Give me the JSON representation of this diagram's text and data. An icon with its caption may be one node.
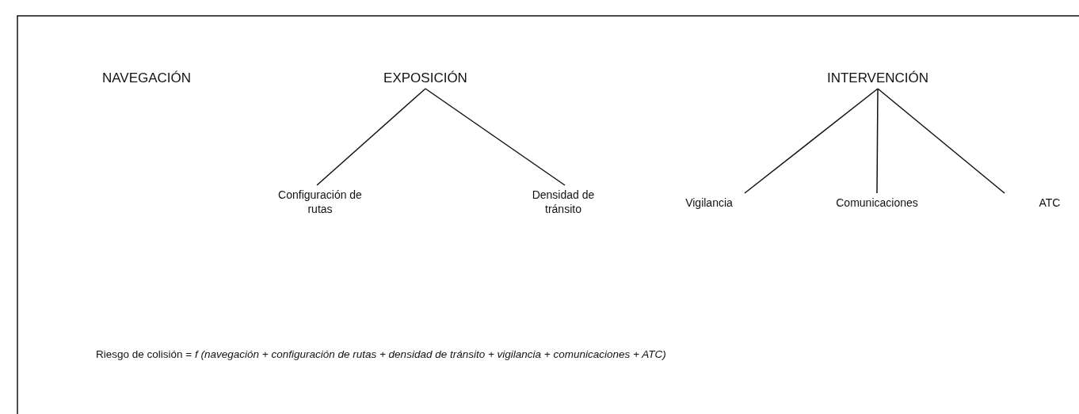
{
  "diagram": {
    "nodes": [
      {
        "text": [
          "NAVEGACIÓN"
        ]
      },
      {
        "text": [
          "EXPOSICIÓN"
        ]
      },
      {
        "text": [
          "INTERVENCIÓN"
        ]
      },
      {
        "text": [
          "Configuración de rutas"
        ]
      },
      {
        "text": [
          "Densidad de tránsito"
        ]
      },
      {
        "text": [
          "Vigilancia"
        ]
      },
      {
        "text": [
          "Comunicaciones"
        ]
      },
      {
        "text": [
          "ATC"
        ]
      }
    ],
    "edges": [
      {
        "from": 1,
        "to": 3,
        "arrow": "none"
      },
      {
        "from": 1,
        "to": 4,
        "arrow": "none"
      },
      {
        "from": 2,
        "to": 5,
        "arrow": "none"
      },
      {
        "from": 2,
        "to": 6,
        "arrow": "none"
      },
      {
        "from": 2,
        "to": 7,
        "arrow": "none"
      }
    ],
    "labels": [
      "Riesgo de colisión = *f (navegación + configuración de rutas + densidad de tránsito + vigilancia + comunicaciones + ATC)*"
    ]
  }
}
